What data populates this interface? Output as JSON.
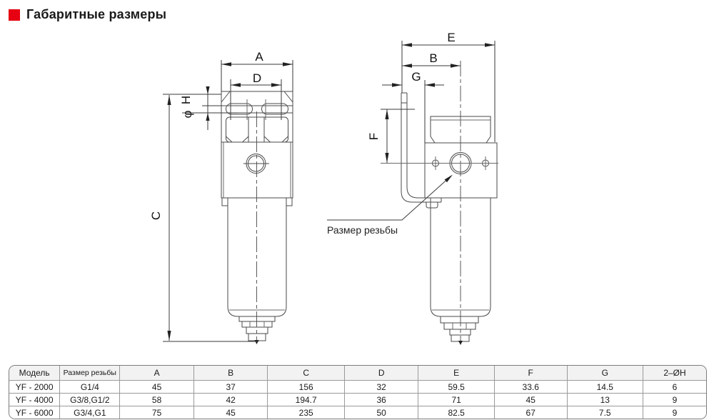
{
  "page": {
    "title": "Габаритные размеры"
  },
  "colors": {
    "accent": "#e60012",
    "drawing_line": "#4a4a4a",
    "table_border": "#9a9a9a",
    "table_header_bg": "#f2f2f2"
  },
  "drawing": {
    "front_view": {
      "dims": {
        "A": "A",
        "D": "D",
        "H": "H",
        "phi": "φ",
        "C": "C"
      }
    },
    "side_view": {
      "dims": {
        "E": "E",
        "B": "B",
        "G": "G",
        "F": "F"
      },
      "callout": "Размер резьбы"
    }
  },
  "table": {
    "headers": [
      "Модель",
      "Размер резьбы",
      "A",
      "B",
      "C",
      "D",
      "E",
      "F",
      "G",
      "2–ØH"
    ],
    "rows": [
      [
        "YF - 2000",
        "G1/4",
        "45",
        "37",
        "156",
        "32",
        "59.5",
        "33.6",
        "14.5",
        "6"
      ],
      [
        "YF - 4000",
        "G3/8,G1/2",
        "58",
        "42",
        "194.7",
        "36",
        "71",
        "45",
        "13",
        "9"
      ],
      [
        "YF - 6000",
        "G3/4,G1",
        "75",
        "45",
        "235",
        "50",
        "82.5",
        "67",
        "7.5",
        "9"
      ]
    ]
  }
}
